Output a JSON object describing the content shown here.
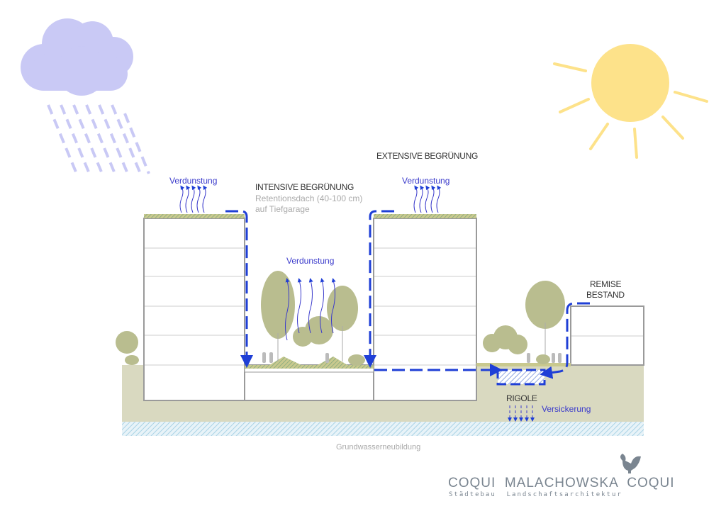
{
  "labels": {
    "verdunstung_left": "Verdunstung",
    "verdunstung_center": "Verdunstung",
    "verdunstung_right": "Verdunstung",
    "intensive_title": "INTENSIVE BEGRÜNUNG",
    "intensive_sub1": "Retentionsdach (40-100 cm)",
    "intensive_sub2": "auf Tiefgarage",
    "extensive_title": "EXTENSIVE BEGRÜNUNG",
    "remise1": "REMISE",
    "remise2": "BESTAND",
    "rigole": "RIGOLE",
    "versickerung": "Versickerung",
    "grundwasser": "Grundwasserneubildung"
  },
  "logo": {
    "name": "COQUI  MALACHOWSKA  COQUI",
    "sub": "Städtebau  Landschaftsarchitektur"
  },
  "colors": {
    "water": "#1f3fd6",
    "ground": "#d9d9c0",
    "cloud": "#c9c9f5",
    "sun": "#fde28a",
    "tree": "#b9bd8f"
  }
}
